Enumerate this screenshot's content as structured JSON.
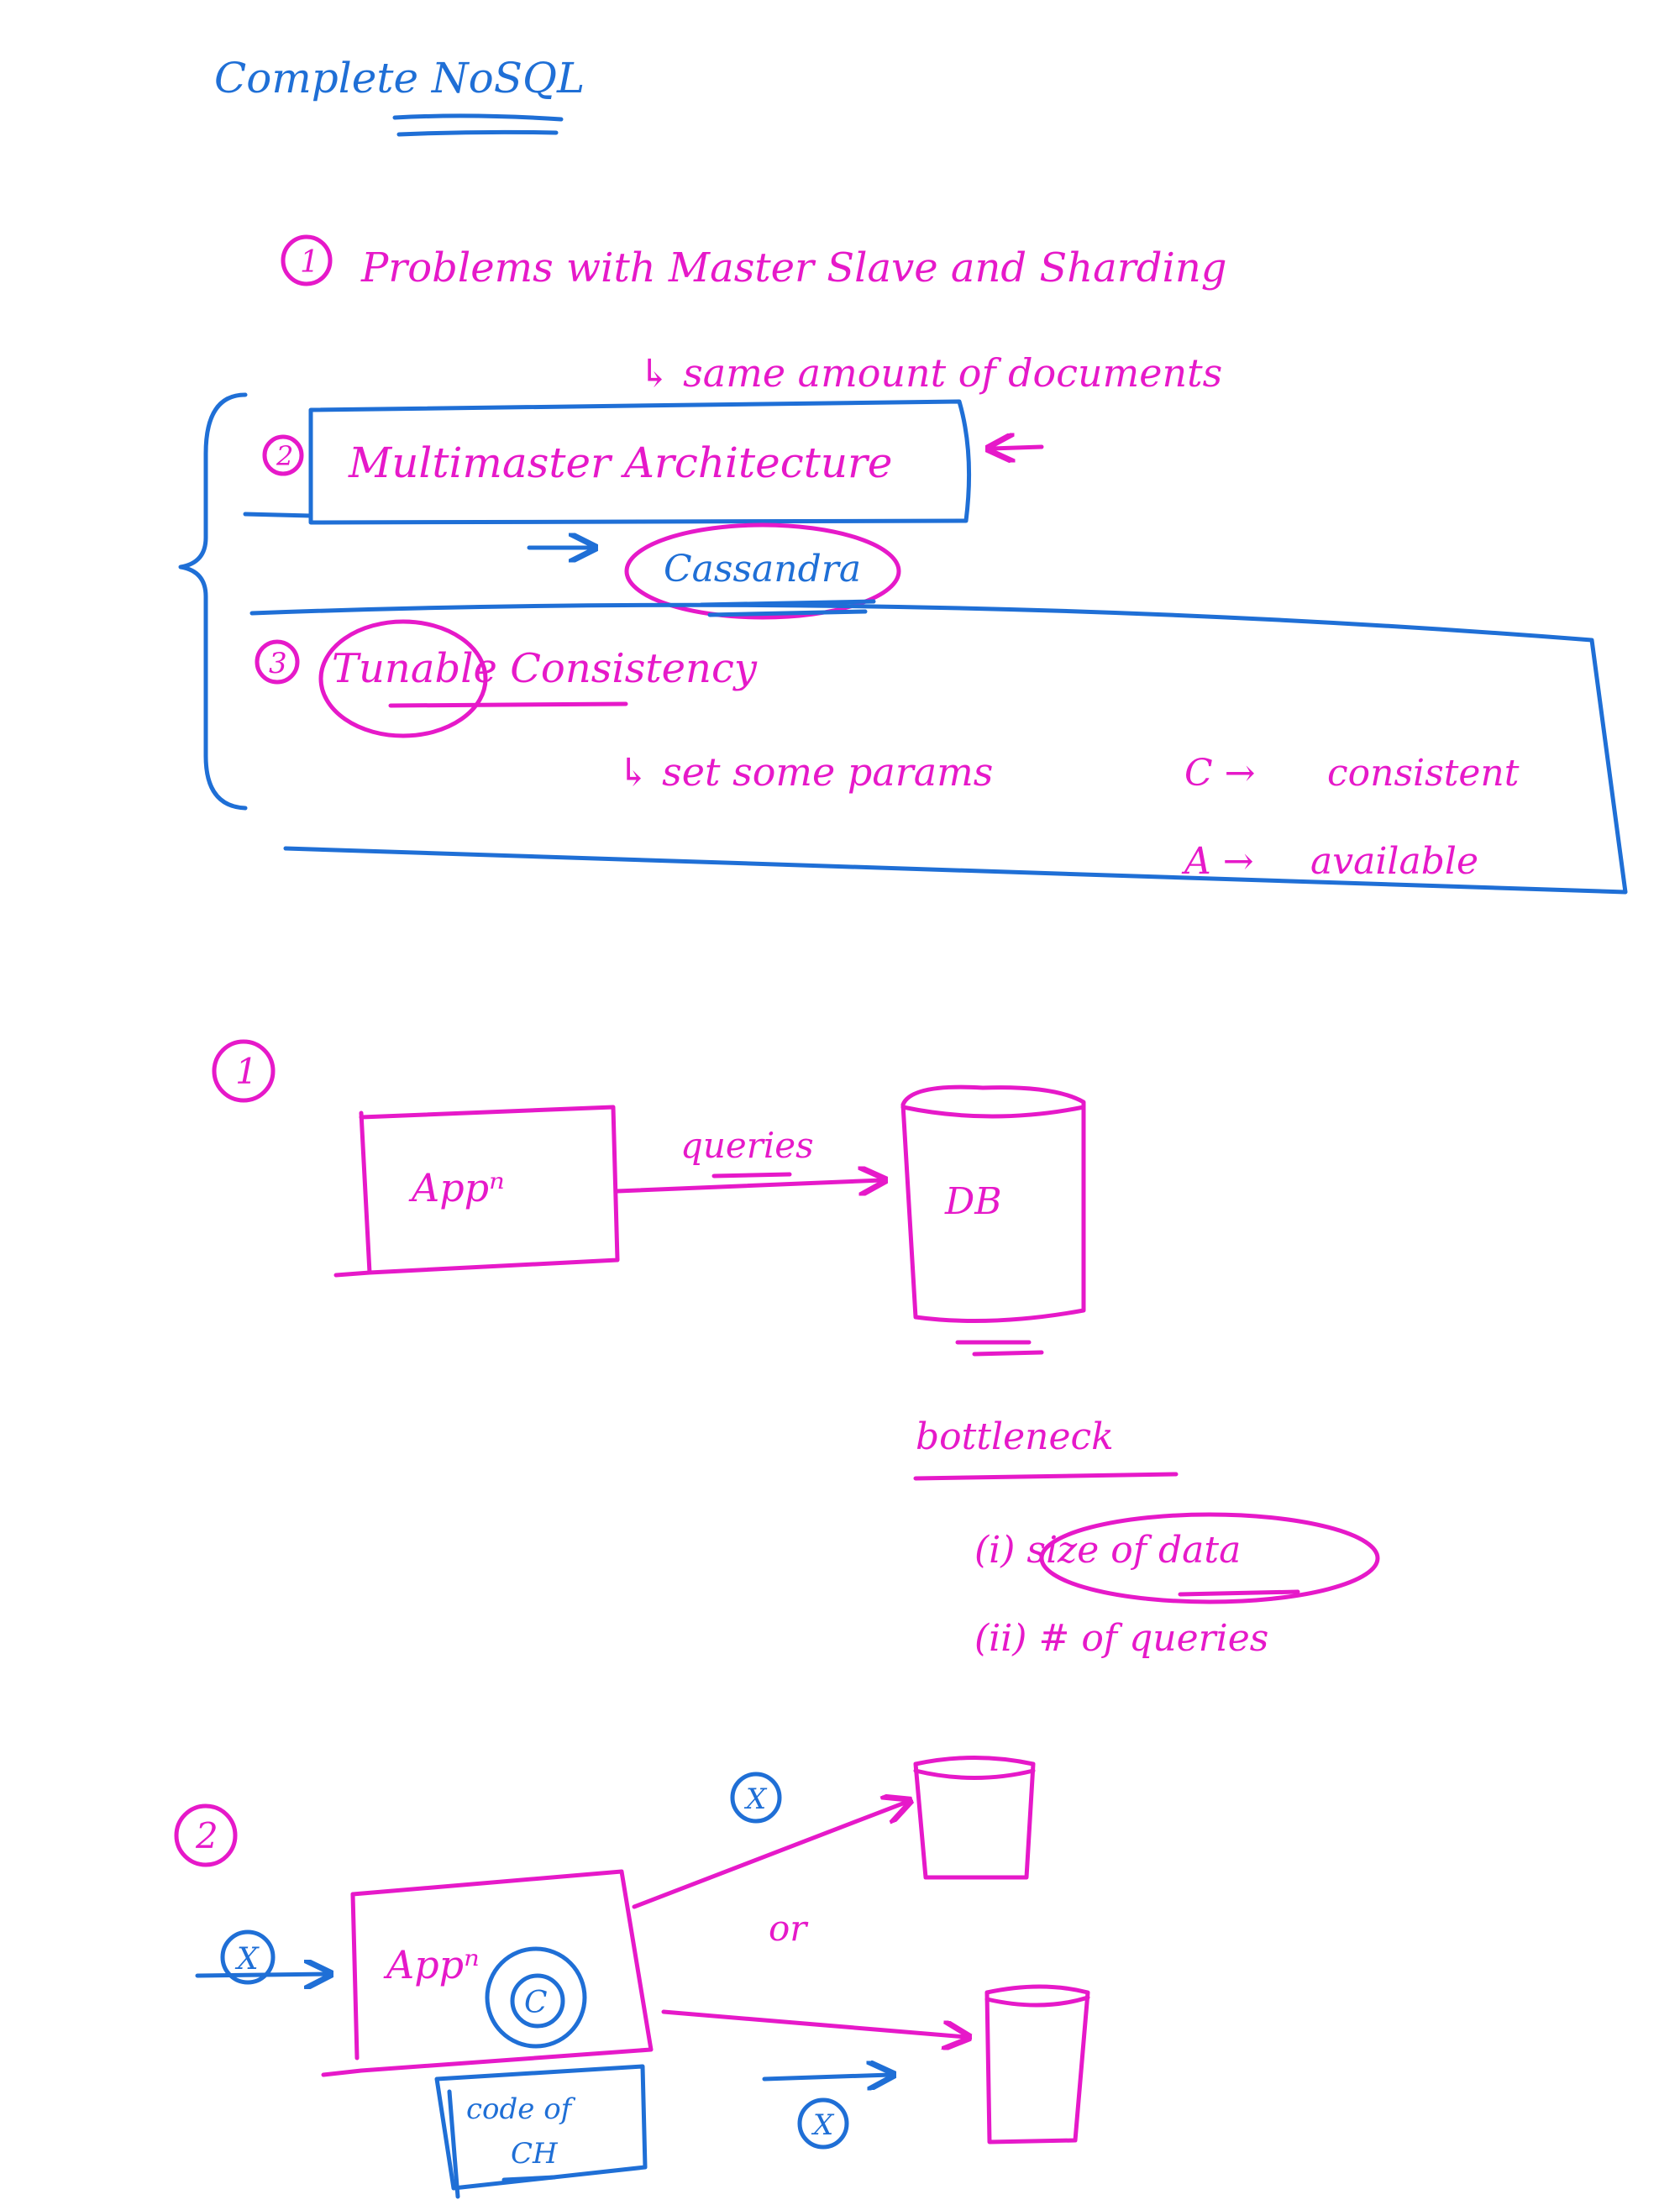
{
  "title": "Complete NoSQL",
  "outline": {
    "item1_num": "1",
    "item1_text": "Problems with Master Slave and Sharding",
    "item1_sub": "↳ same amount of documents",
    "item2_num": "2",
    "item2_text": "Multimaster Architecture",
    "item2_arrow_label": "Cassandra",
    "item3_num": "3",
    "item3_text": "Tunable Consistency",
    "item3_sub": "↳ set some params",
    "param_c": "C →",
    "param_c_value": "consistent",
    "param_a": "A →",
    "param_a_value": "available"
  },
  "section1": {
    "num": "1",
    "app_label": "Appⁿ",
    "edge_label": "queries",
    "db_label": "DB",
    "bottleneck_title": "bottleneck",
    "bottleneck_items": [
      "(i) size of data",
      "(ii) # of queries"
    ]
  },
  "section2": {
    "num": "2",
    "app_label": "Appⁿ",
    "input_label": "X",
    "top_label": "X",
    "or_label": "or",
    "bottom_label": "X",
    "center_label": "C",
    "code_box_line1": "code of",
    "code_box_line2": "CH"
  },
  "colors": {
    "blue": "#1f6fd6",
    "pink": "#e619c9"
  }
}
